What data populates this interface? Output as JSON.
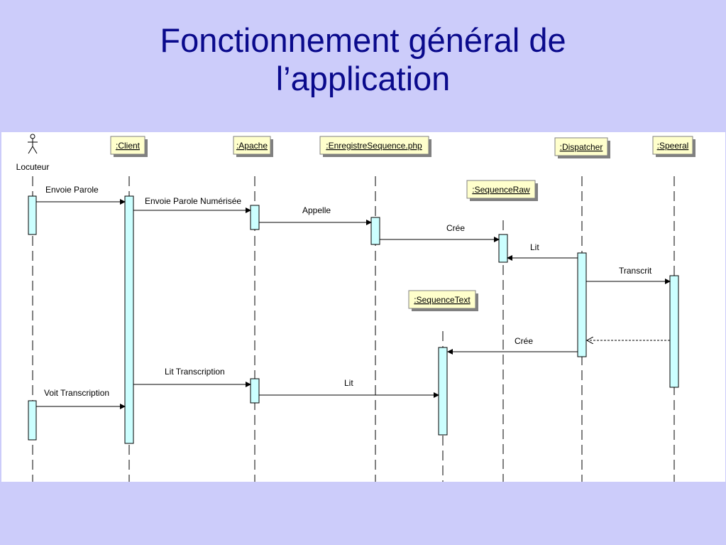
{
  "slide": {
    "title_line1": "Fonctionnement général de",
    "title_line2": "l’application"
  },
  "colors": {
    "background": "#ccccfa",
    "title": "#0a0a8c",
    "object_box": "#ffffcc",
    "activation": "#ccffff"
  },
  "diagram": {
    "actor": {
      "label": "Locuteur",
      "icon": "stick-figure-icon"
    },
    "objects": [
      {
        "id": "client",
        "label": ":Client"
      },
      {
        "id": "apache",
        "label": ":Apache"
      },
      {
        "id": "enregistre",
        "label": ":EnregistreSequence.php"
      },
      {
        "id": "sequenceraw",
        "label": ":SequenceRaw"
      },
      {
        "id": "dispatcher",
        "label": ":Dispatcher"
      },
      {
        "id": "speeral",
        "label": ":Speeral"
      },
      {
        "id": "sequencetext",
        "label": ":SequenceText"
      }
    ],
    "messages": [
      {
        "from": "locuteur",
        "to": "client",
        "label": "Envoie Parole",
        "style": "solid"
      },
      {
        "from": "client",
        "to": "apache",
        "label": "Envoie Parole Numérisée",
        "style": "solid"
      },
      {
        "from": "apache",
        "to": "enregistre",
        "label": "Appelle",
        "style": "solid"
      },
      {
        "from": "enregistre",
        "to": "sequenceraw",
        "label": "Crée",
        "style": "solid"
      },
      {
        "from": "dispatcher",
        "to": "sequenceraw",
        "label": "Lit",
        "style": "solid"
      },
      {
        "from": "dispatcher",
        "to": "speeral",
        "label": "Transcrit",
        "style": "solid"
      },
      {
        "from": "speeral",
        "to": "dispatcher",
        "label": "",
        "style": "dashed"
      },
      {
        "from": "dispatcher",
        "to": "sequencetext",
        "label": "Crée",
        "style": "solid"
      },
      {
        "from": "client",
        "to": "apache",
        "label": "Lit Transcription",
        "style": "solid"
      },
      {
        "from": "apache",
        "to": "sequencetext",
        "label": "Lit",
        "style": "solid"
      },
      {
        "from": "locuteur",
        "to": "client",
        "label": "Voit Transcription",
        "style": "solid"
      }
    ]
  }
}
